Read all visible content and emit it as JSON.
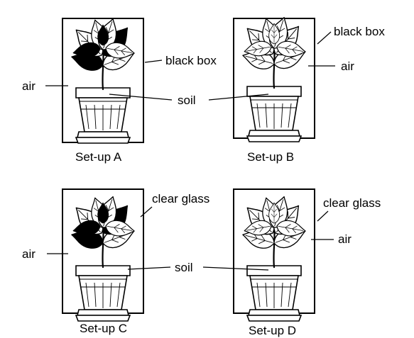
{
  "setups": [
    {
      "id": "A",
      "title": "Set-up A",
      "enclosure": "black box",
      "left_label": "air",
      "soil_label": "soil"
    },
    {
      "id": "B",
      "title": "Set-up B",
      "enclosure": "black box",
      "air_label": "air"
    },
    {
      "id": "C",
      "title": "Set-up C",
      "enclosure": "clear glass",
      "left_label": "air",
      "soil_label": "soil"
    },
    {
      "id": "D",
      "title": "Set-up D",
      "enclosure": "clear glass",
      "air_label": "air"
    }
  ],
  "plant_condition": {
    "A": "dark",
    "B": "pale",
    "C": "dark",
    "D": "pale"
  },
  "colors": {
    "ink": "#000000",
    "paper": "#ffffff"
  }
}
